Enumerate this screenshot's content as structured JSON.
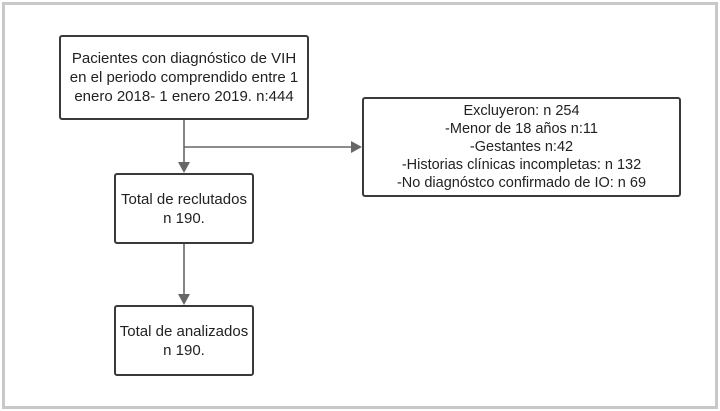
{
  "flowchart": {
    "patients_box": {
      "lines": [
        "Pacientes con diagnóstico de VIH",
        "en el periodo comprendido entre 1",
        "enero 2018- 1 enero 2019. n:444"
      ]
    },
    "excluded_box": {
      "lines": [
        "Excluyeron: n 254",
        "-Menor de 18 años n:11",
        "-Gestantes n:42",
        "-Historias clínicas incompletas: n 132",
        "-No diagnóstco confirmado de IO: n 69"
      ]
    },
    "recruited_box": {
      "lines": [
        "Total de reclutados",
        "n 190."
      ]
    },
    "analyzed_box": {
      "lines": [
        "Total de analizados",
        "n 190."
      ]
    }
  },
  "colors": {
    "box_border": "#3a3a3a",
    "connector": "#666666",
    "frame_border": "#c8c8c8",
    "text": "#222222"
  }
}
